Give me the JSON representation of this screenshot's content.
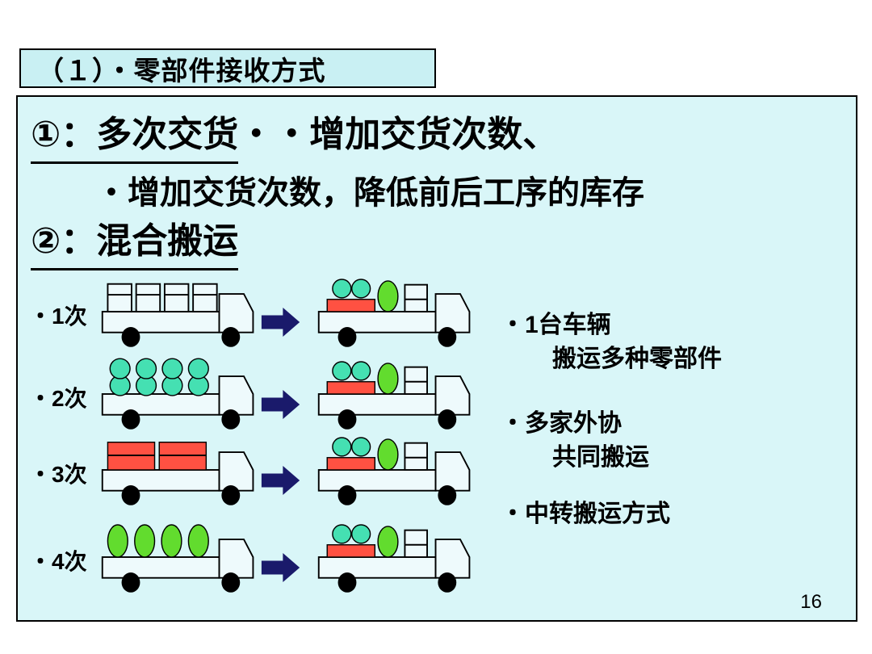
{
  "title_box": {
    "text": "（１）・零部件接收方式"
  },
  "headings": {
    "item1_lead": "①：多次交货",
    "item1_rest": "・・增加交货次数、",
    "item1_sub": "・增加交货次数，降低前后工序的库存",
    "item2_lead": "②：混合搬运"
  },
  "diagram": {
    "rows": [
      {
        "label": "・1次",
        "cargo": "white-boxes"
      },
      {
        "label": "・2次",
        "cargo": "teal-circles"
      },
      {
        "label": "・3次",
        "cargo": "red-boxes"
      },
      {
        "label": "・4次",
        "cargo": "green-ovals"
      }
    ],
    "right_truck_cargo": "mixed-load",
    "notes": [
      {
        "line1": "・1台车辆",
        "line2": "搬运多种零部件"
      },
      {
        "line1": "・多家外协",
        "line2": "共同搬运"
      },
      {
        "line1": "・中转搬运方式",
        "line2": ""
      }
    ]
  },
  "page": {
    "number": "16"
  },
  "colors": {
    "box_fill": "#d9f6f8",
    "title_fill": "#c9f0f3",
    "cargo_teal": "#45e0b2",
    "cargo_green": "#62dc2e",
    "cargo_red": "#ff5142",
    "arrow_navy": "#1a1a6b",
    "truck_fill": "#eefafc",
    "outline": "#000000"
  }
}
